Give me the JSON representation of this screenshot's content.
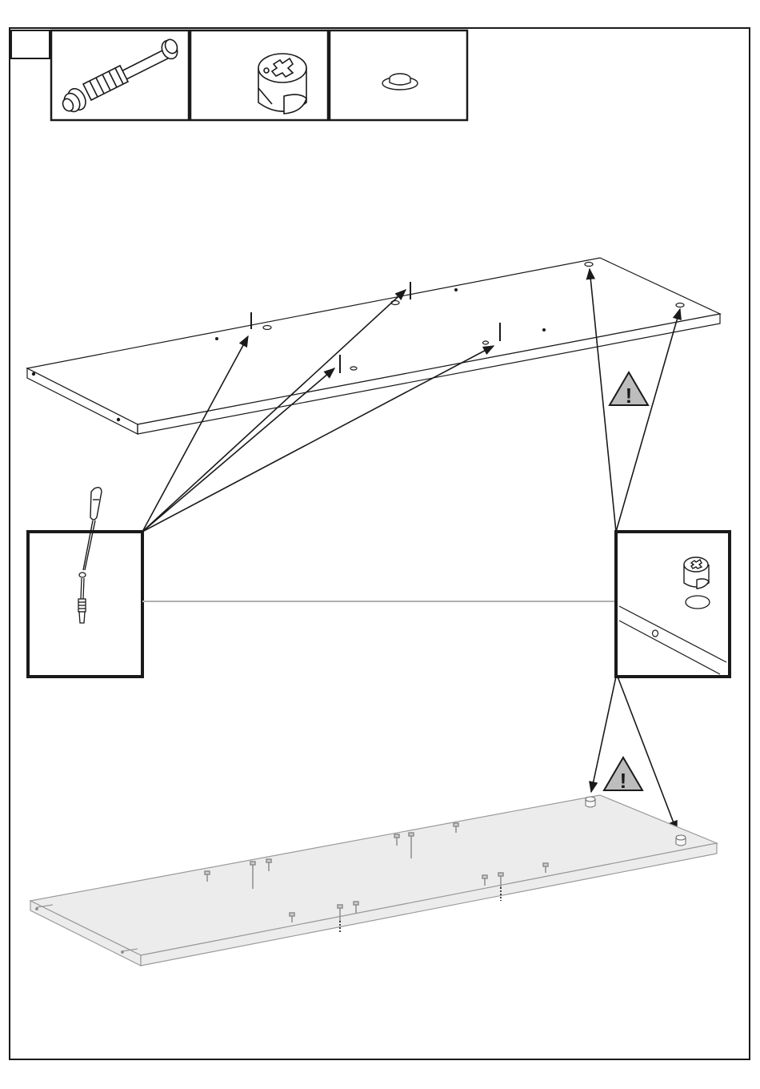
{
  "step": {
    "number": ""
  },
  "parts": [
    {
      "name": "cam-bolt"
    },
    {
      "name": "cam-lock"
    },
    {
      "name": "cam-cap"
    }
  ],
  "warnings": [
    {
      "symbol": "!"
    },
    {
      "symbol": "!"
    }
  ],
  "colors": {
    "line": "#1a1a1a",
    "panel_gray": "#ececec",
    "warning_fill": "#bdbdbd"
  },
  "icons": [
    "screwdriver-icon",
    "cam-bolt-icon",
    "cam-lock-icon",
    "cam-cap-icon",
    "warning-triangle-icon",
    "arrow-icon"
  ]
}
